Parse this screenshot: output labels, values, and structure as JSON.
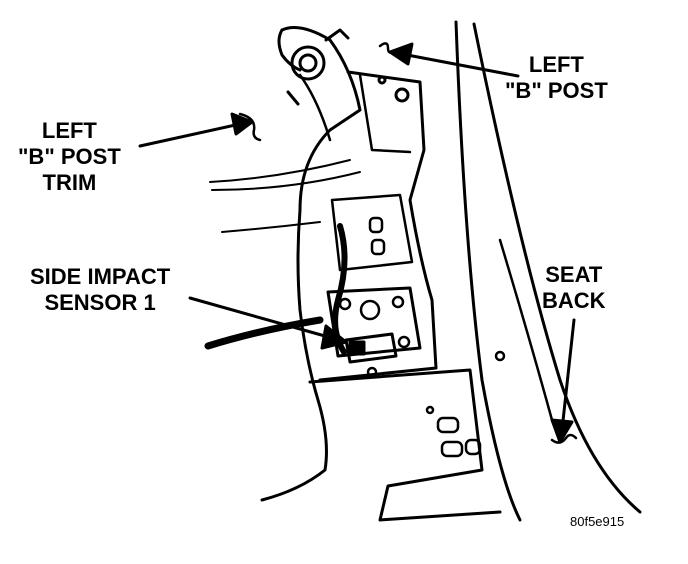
{
  "labels": {
    "b_post": {
      "line1": "LEFT",
      "line2": "\"B\" POST"
    },
    "b_post_trim": {
      "line1": "LEFT",
      "line2": "\"B\" POST",
      "line3": "TRIM"
    },
    "side_impact_sensor": {
      "line1": "SIDE IMPACT",
      "line2": "SENSOR 1"
    },
    "seat_back": {
      "line1": "SEAT",
      "line2": "BACK"
    }
  },
  "figure_code": "80f5e915",
  "colors": {
    "ink": "#000000",
    "paper": "#ffffff"
  }
}
